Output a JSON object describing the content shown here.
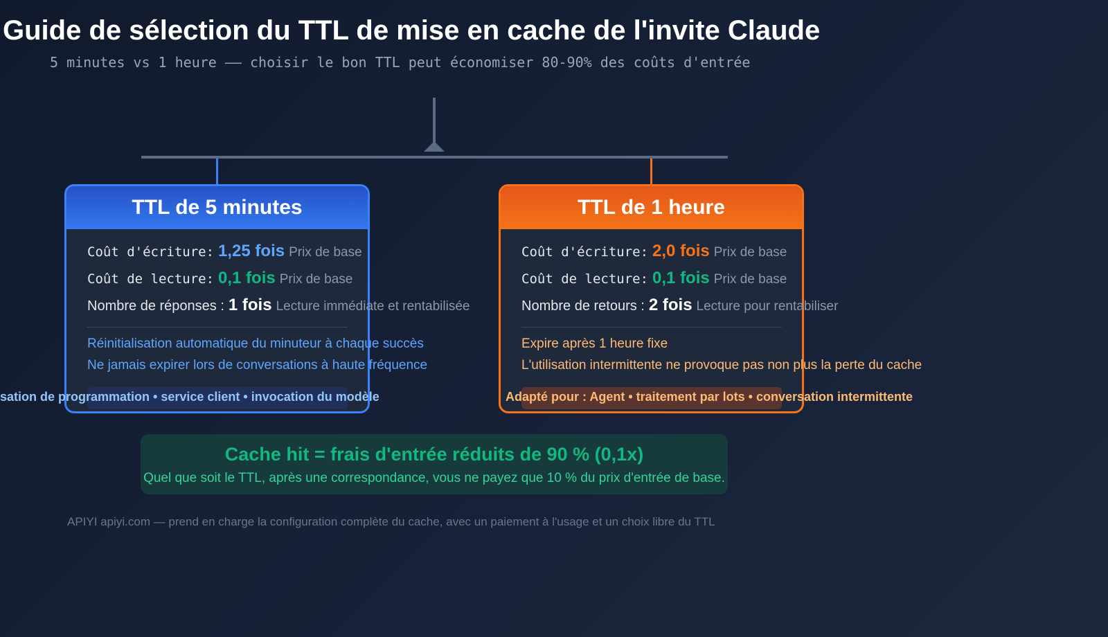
{
  "header": {
    "title": "Guide de sélection du TTL de mise en cache de l'invite Claude",
    "subtitle": "5 minutes vs 1 heure —— choisir le bon TTL peut économiser 80-90% des coûts d'entrée"
  },
  "cards": [
    {
      "title": "TTL de 5 minutes",
      "write_label": "Coût d'écriture:",
      "write_value": "1,25 fois",
      "write_note": "Prix de base",
      "read_label": "Coût de lecture:",
      "read_value": "0,1 fois",
      "read_note": "Prix de base",
      "count_label": "Nombre de réponses :",
      "count_value": "1 fois",
      "count_note": "Lecture immédiate et rentabilisée",
      "features": [
        "Réinitialisation automatique du minuteur à chaque succès",
        "Ne jamais expirer lors de conversations à haute fréquence"
      ],
      "tags": "sation de programmation  •  service client  •  invocation du modèle"
    },
    {
      "title": "TTL de 1 heure",
      "write_label": "Coût d'écriture:",
      "write_value": "2,0 fois",
      "write_note": "Prix de base",
      "read_label": "Coût de lecture:",
      "read_value": "0,1 fois",
      "read_note": "Prix de base",
      "count_label": "Nombre de retours :",
      "count_value": "2 fois",
      "count_note": "Lecture pour rentabiliser",
      "features": [
        "Expire après 1 heure fixe",
        "L'utilisation intermittente ne provoque pas non plus la perte du cache"
      ],
      "tags": "Adapté pour : Agent  •  traitement par lots  •  conversation intermittente"
    }
  ],
  "cache_hit": {
    "title": "Cache hit = frais d'entrée réduits de 90 % (0,1x)",
    "subtitle": "Quel que soit le TTL, après une correspondance, vous ne payez que 10 % du prix d'entrée de base."
  },
  "footer": "APIYI apiyi.com — prend en charge la configuration complète du cache, avec un paiement à l'usage et un choix libre du TTL",
  "colors": {
    "blue": "#3b82f6",
    "orange": "#f97316",
    "green": "#10b981"
  }
}
